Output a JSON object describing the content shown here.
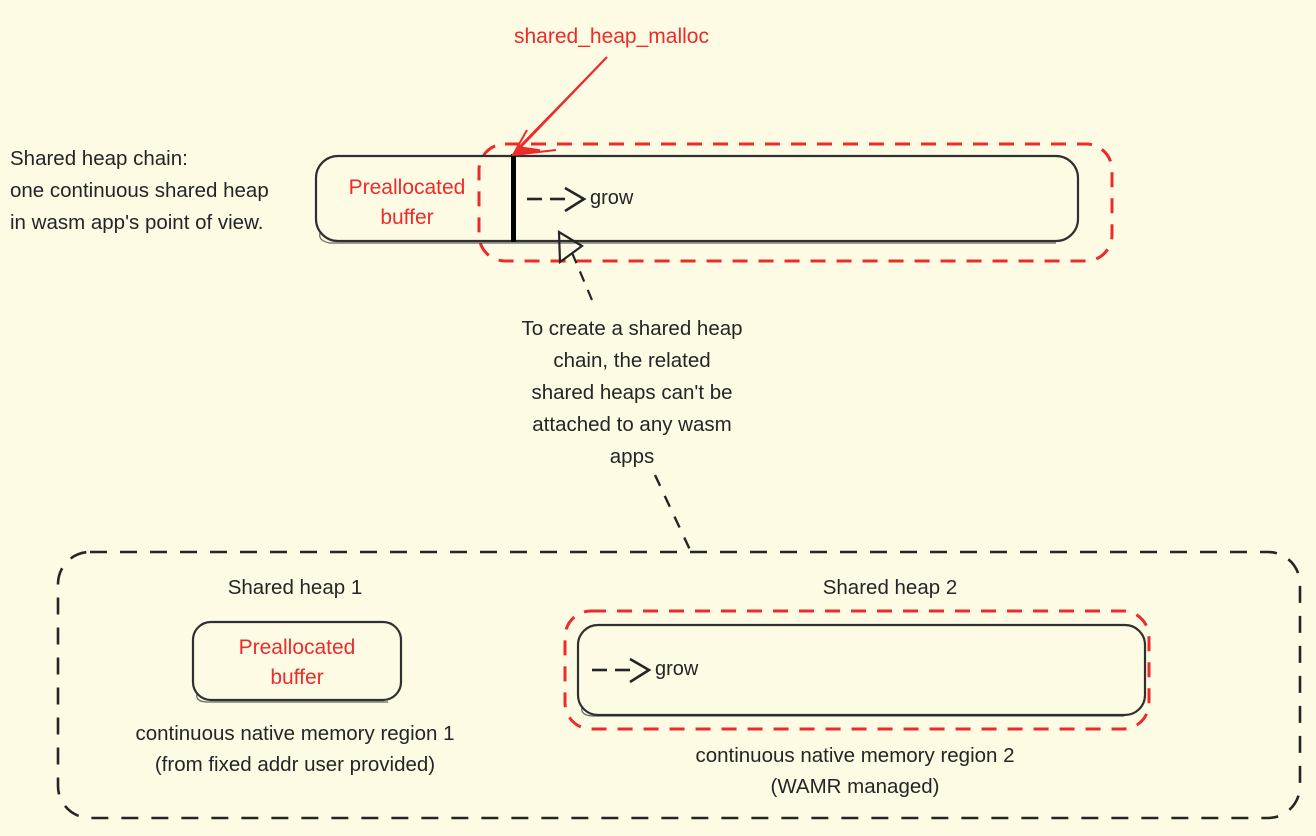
{
  "diagram": {
    "title": "WAMR shared heap chain diagram",
    "background_color": "#FDFBE4",
    "accent_red": "#ED2B2B",
    "ink_black": "#252525"
  },
  "top": {
    "caption": "Shared heap chain:\none continuous shared heap\nin wasm app's point of view.",
    "malloc_label": "shared_heap_malloc",
    "preallocated_buffer": "Preallocated\nbuffer",
    "grow_label": "grow"
  },
  "annotation": {
    "chain_note": "To create a shared heap\nchain, the related\nshared heaps can't be\nattached to any wasm\napps"
  },
  "bottom": {
    "heap1": {
      "title": "Shared heap 1",
      "box_label": "Preallocated\nbuffer",
      "region_caption": "continuous native memory region 1\n(from fixed addr user provided)"
    },
    "heap2": {
      "title": "Shared heap 2",
      "grow_label": "grow",
      "region_caption": "continuous native memory region 2\n(WAMR managed)"
    }
  },
  "icons": {
    "grow_arrow": "dashed-arrow-right-icon",
    "malloc_pointer": "red-arrow-icon",
    "note_pointer": "dashed-arrow-icon"
  }
}
